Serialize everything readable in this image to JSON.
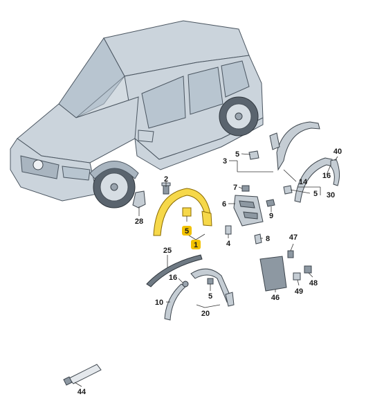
{
  "parts": {
    "p1": "1",
    "p2": "2",
    "p3": "3",
    "p4": "4",
    "p5a": "5",
    "p5b": "5",
    "p5c": "5",
    "p5d": "5",
    "p6": "6",
    "p7": "7",
    "p8": "8",
    "p9": "9",
    "p10": "10",
    "p14": "14",
    "p16a": "16",
    "p16b": "16",
    "p20": "20",
    "p25": "25",
    "p28": "28",
    "p30": "30",
    "p40": "40",
    "p44": "44",
    "p46": "46",
    "p47": "47",
    "p48": "48",
    "p49": "49"
  },
  "highlight_color": "#f2c200",
  "highlight_parts": [
    "1",
    "5"
  ]
}
